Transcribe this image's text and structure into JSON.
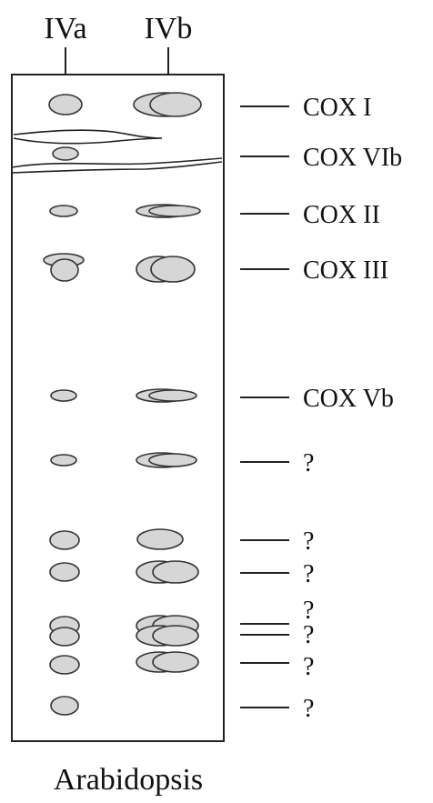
{
  "lanes": [
    {
      "id": "IVa",
      "label": "IVa"
    },
    {
      "id": "IVb",
      "label": "IVb"
    }
  ],
  "organism": "Arabidopsis",
  "bands": [
    {
      "label": "COX I"
    },
    {
      "label": "COX VIb"
    },
    {
      "label": "COX II"
    },
    {
      "label": "COX III"
    },
    {
      "label": "COX Vb"
    },
    {
      "label": "?"
    },
    {
      "label": "?"
    },
    {
      "label": "?"
    },
    {
      "label": "?"
    },
    {
      "label": "?"
    },
    {
      "label": "?"
    },
    {
      "label": "?"
    }
  ],
  "colors": {
    "spot_fill": "#d6d6d6",
    "outline": "#222222",
    "background": "#ffffff"
  }
}
